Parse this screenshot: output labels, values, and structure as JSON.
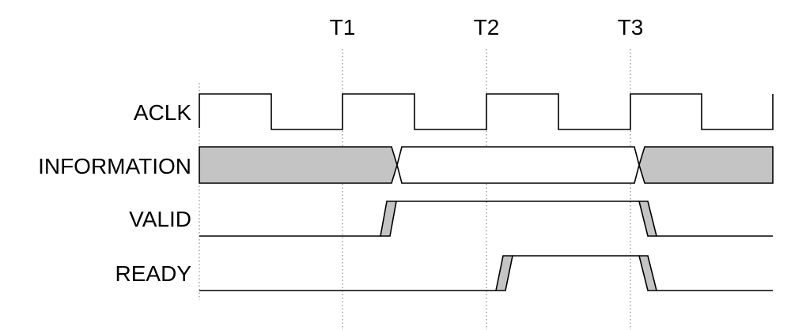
{
  "time_markers": [
    "T1",
    "T2",
    "T3"
  ],
  "signals": {
    "aclk": "ACLK",
    "information": "INFORMATION",
    "valid": "VALID",
    "ready": "READY"
  },
  "colors": {
    "line": "#000000",
    "shaded": "#c4c4c4",
    "guide": "#8a8a8a"
  }
}
